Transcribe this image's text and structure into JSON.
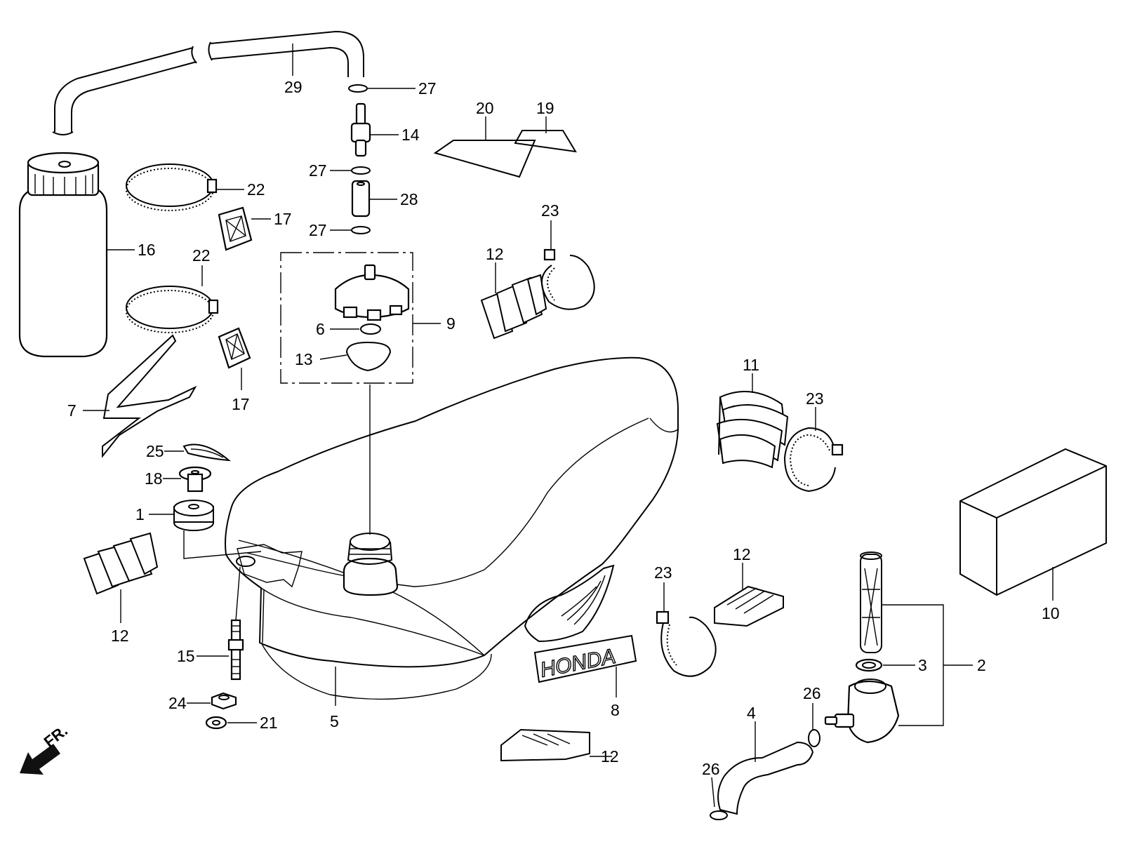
{
  "labels": {
    "l1": "1",
    "l2": "2",
    "l3": "3",
    "l4": "4",
    "l5": "5",
    "l6": "6",
    "l7": "7",
    "l8": "8",
    "l9": "9",
    "l10": "10",
    "l11": "11",
    "l12a": "12",
    "l12b": "12",
    "l12c": "12",
    "l12d": "12",
    "l13": "13",
    "l14": "14",
    "l15": "15",
    "l16": "16",
    "l17a": "17",
    "l17b": "17",
    "l18": "18",
    "l19": "19",
    "l20": "20",
    "l21": "21",
    "l22a": "22",
    "l22b": "22",
    "l23a": "23",
    "l23b": "23",
    "l23c": "23",
    "l24": "24",
    "l25": "25",
    "l26a": "26",
    "l26b": "26",
    "l27a": "27",
    "l27b": "27",
    "l27c": "27",
    "l28": "28",
    "l29": "29"
  },
  "decal_text": "HONDA",
  "front_marker": "FR.",
  "colors": {
    "ink": "#000000",
    "paper": "#ffffff"
  }
}
